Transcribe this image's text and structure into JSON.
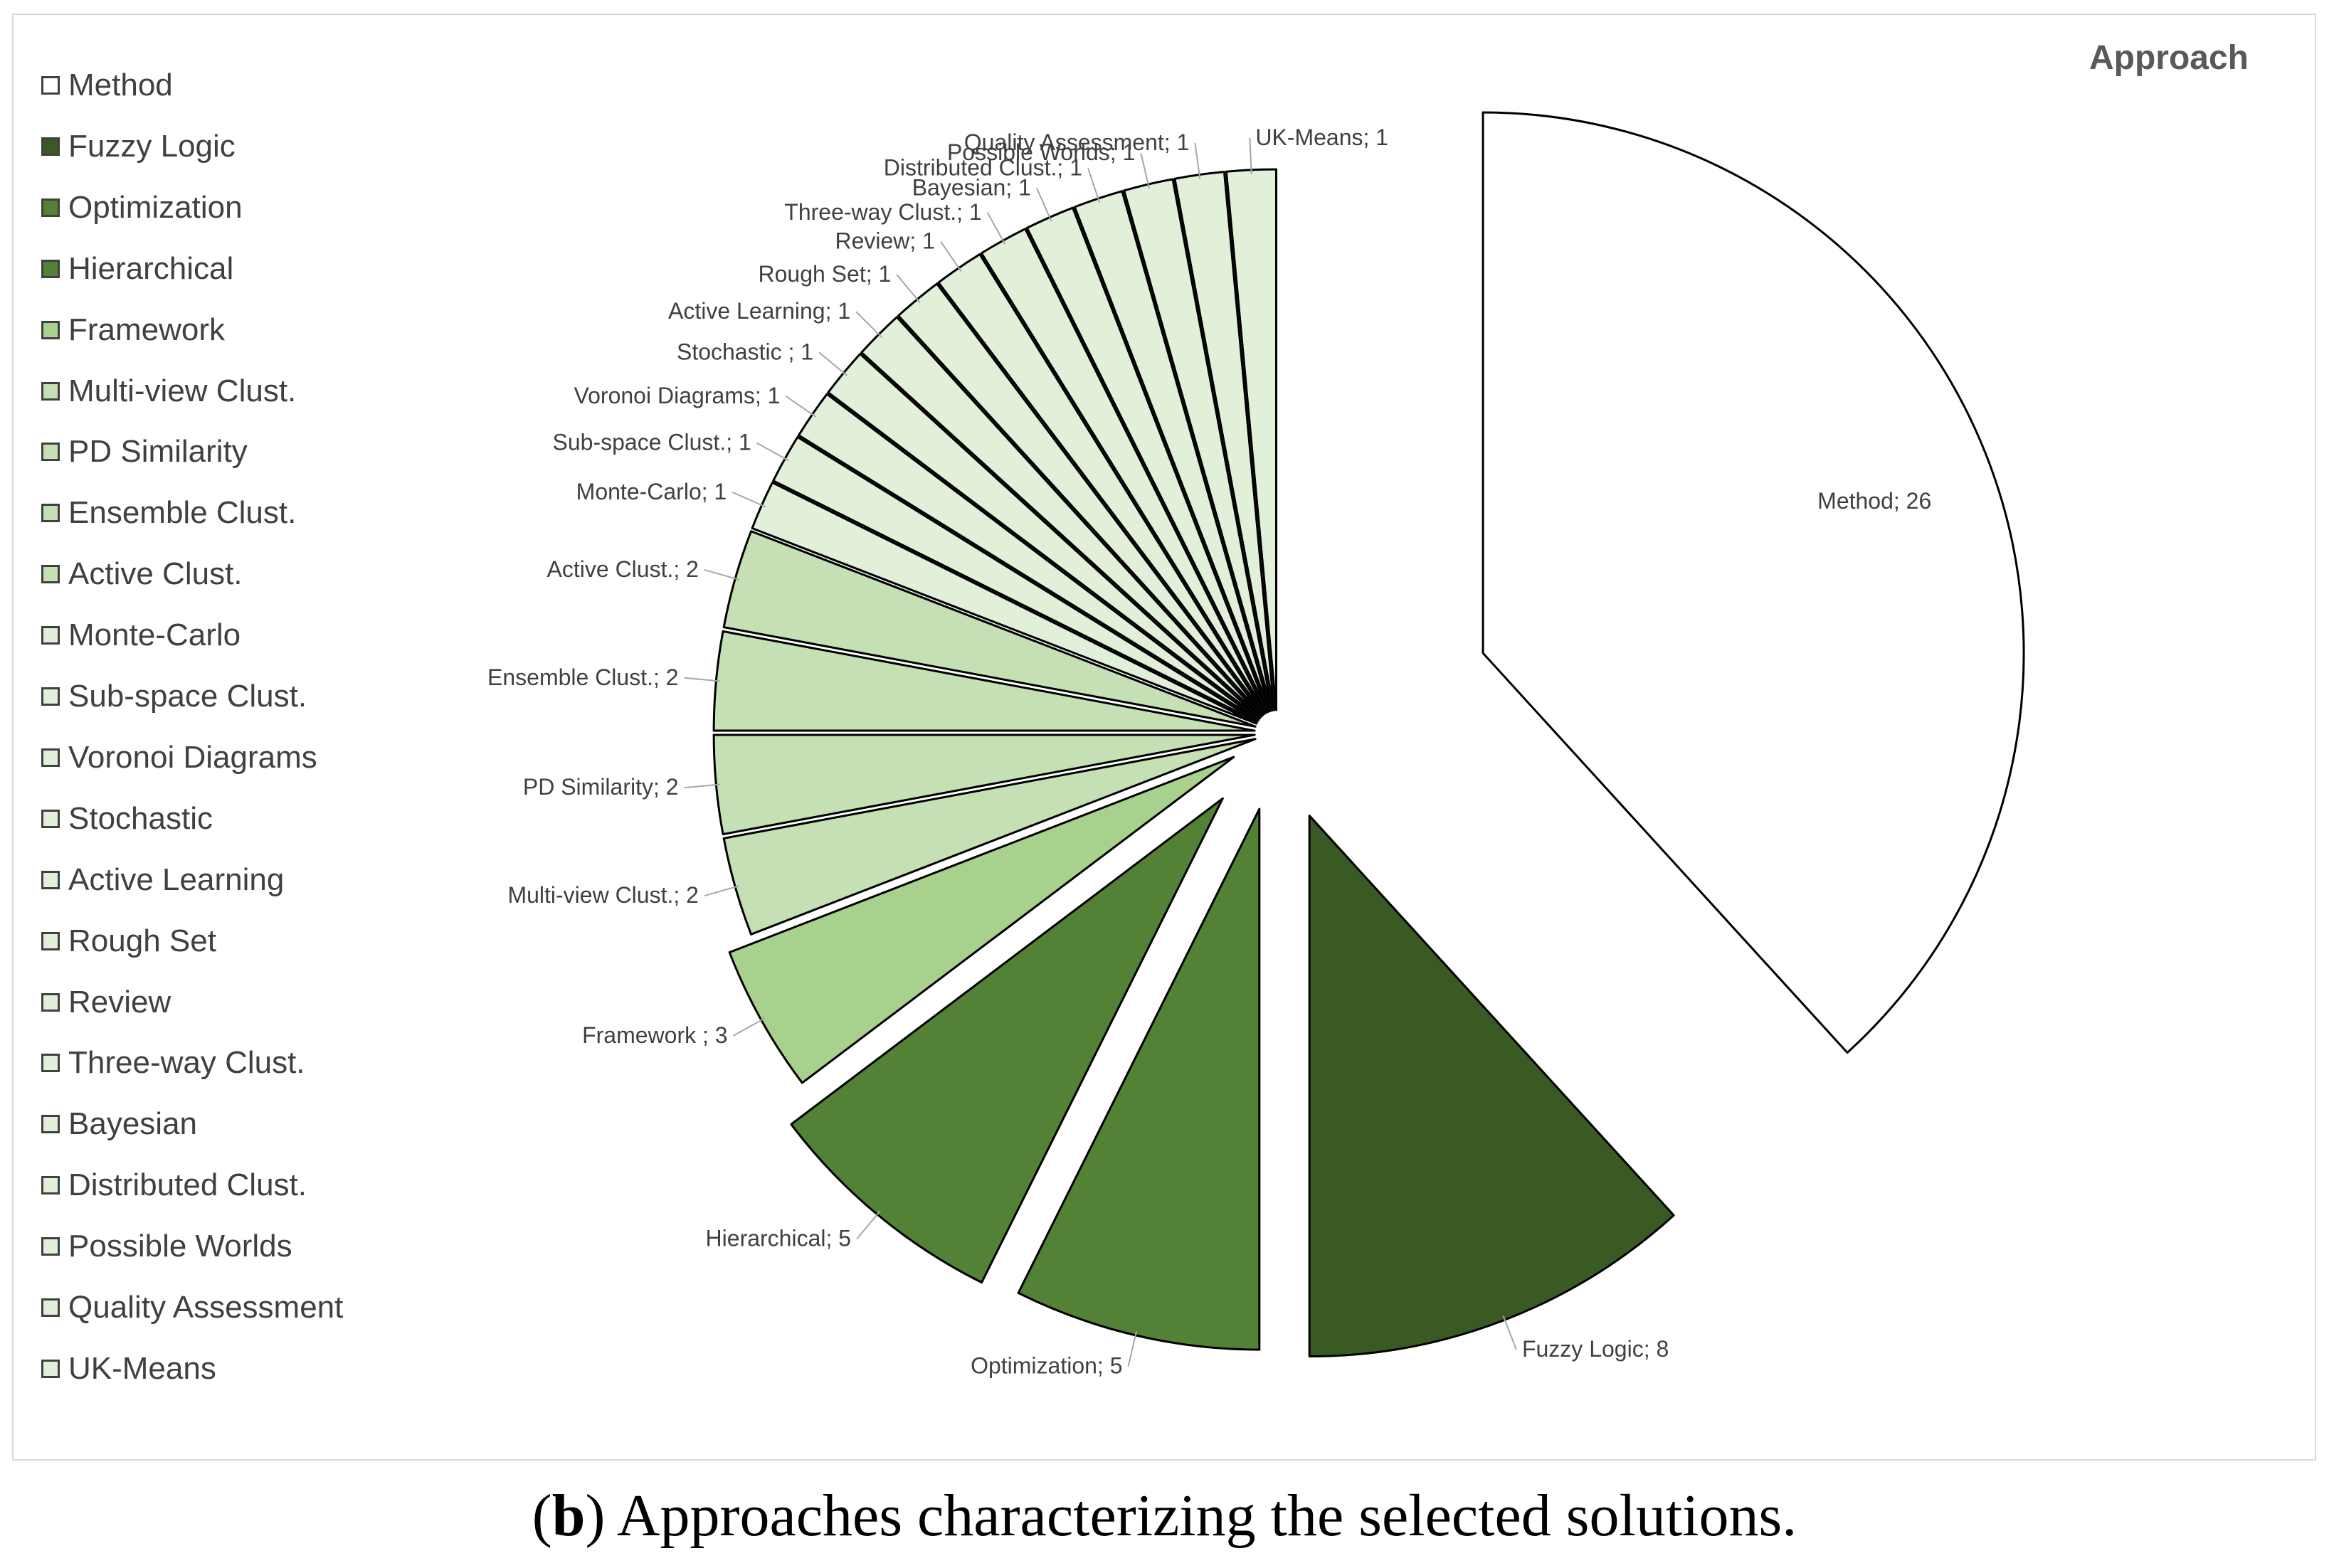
{
  "chart_data": {
    "type": "pie",
    "title": "Approach",
    "categories": [
      "Method",
      "Fuzzy Logic",
      "Optimization",
      "Hierarchical",
      "Framework",
      "Multi-view Clust.",
      "PD Similarity",
      "Ensemble Clust.",
      "Active Clust.",
      "Monte-Carlo",
      "Sub-space Clust.",
      "Voronoi Diagrams",
      "Stochastic",
      "Active Learning",
      "Rough Set",
      "Review",
      "Three-way Clust.",
      "Bayesian",
      "Distributed Clust.",
      "Possible Worlds",
      "Quality Assessment",
      "UK-Means"
    ],
    "values": [
      26,
      8,
      5,
      5,
      3,
      2,
      2,
      2,
      2,
      1,
      1,
      1,
      1,
      1,
      1,
      1,
      1,
      1,
      1,
      1,
      1,
      1
    ],
    "data_labels": [
      "Method; 26",
      "Fuzzy Logic; 8",
      "Optimization; 5",
      "Hierarchical; 5",
      "Framework ; 3",
      "Multi-view Clust.; 2",
      "PD Similarity; 2",
      "Ensemble Clust.; 2",
      "Active Clust.; 2",
      "Monte-Carlo; 1",
      "Sub-space Clust.; 1",
      "Voronoi Diagrams; 1",
      "Stochastic ; 1",
      "Active Learning; 1",
      "Rough Set; 1",
      "Review; 1",
      "Three-way Clust.; 1",
      "Bayesian; 1",
      "Distributed Clust.; 1",
      "Possible Worlds; 1",
      "Quality Assessment; 1",
      "UK-Means; 1"
    ],
    "colors": [
      "#ffffff",
      "#3a5a24",
      "#538135",
      "#538135",
      "#a9d18e",
      "#c5e0b4",
      "#c5e0b4",
      "#c5e0b4",
      "#c5e0b4",
      "#e2f0d9",
      "#e2f0d9",
      "#e2f0d9",
      "#e2f0d9",
      "#e2f0d9",
      "#e2f0d9",
      "#e2f0d9",
      "#e2f0d9",
      "#e2f0d9",
      "#e2f0d9",
      "#e2f0d9",
      "#e2f0d9",
      "#e2f0d9"
    ],
    "legend_position": "left",
    "style": "exploded-pie"
  },
  "caption": {
    "label": "b",
    "text": "Approaches characterizing the selected solutions."
  }
}
